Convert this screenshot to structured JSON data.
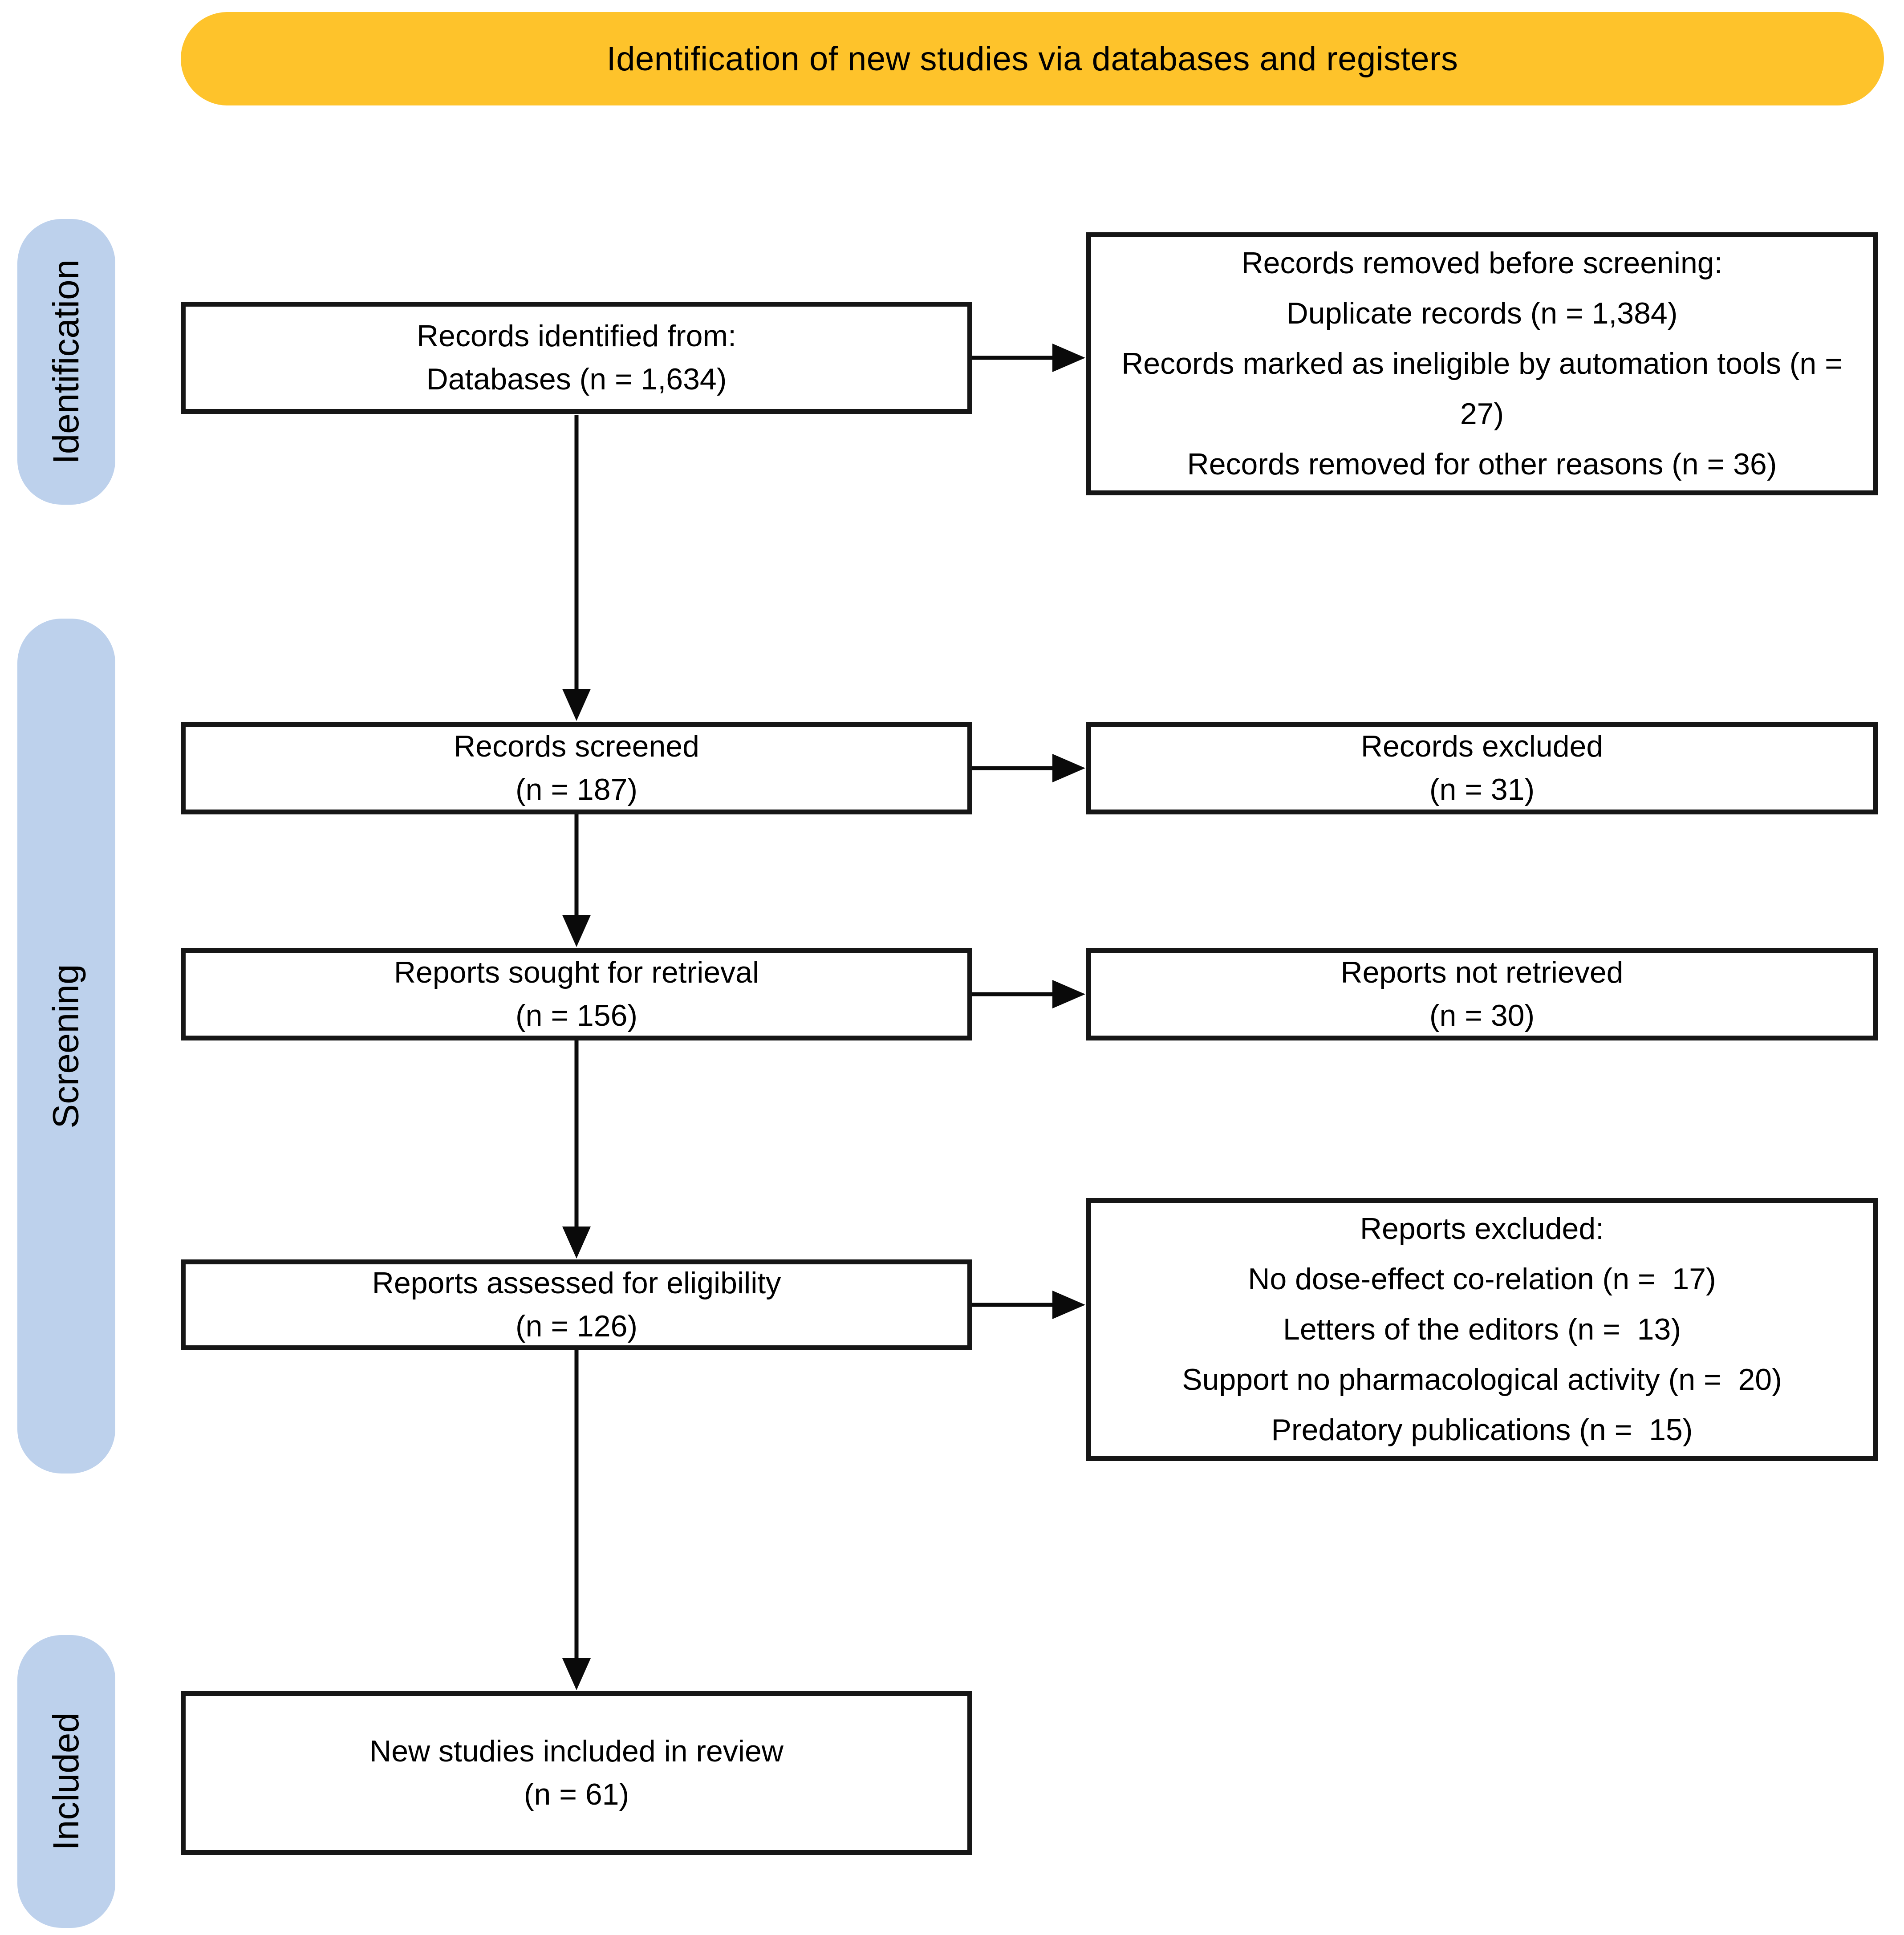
{
  "banner": {
    "label": "Identification of new studies via databases and registers"
  },
  "stage_labels": {
    "identification": "Identification",
    "screening": "Screening",
    "included": "Included"
  },
  "colors": {
    "banner_bg": "#FEC32B",
    "stage_bg": "#BDD1EC",
    "box_border": "#161616",
    "arrow": "#0A0A0A",
    "background": "#FFFFFF",
    "text": "#000000"
  },
  "boxes": {
    "identified": {
      "lines": [
        "Records identified from:",
        "Databases (n = 1,634)"
      ]
    },
    "removed_before_screening": {
      "lines": [
        "Records removed before screening:",
        "Duplicate records (n = 1,384)",
        "Records marked as ineligible by automation tools (n = 27)",
        "Records removed for other reasons (n = 36)"
      ]
    },
    "screened": {
      "lines": [
        "Records screened",
        "(n = 187)"
      ]
    },
    "records_excluded": {
      "lines": [
        "Records excluded",
        "(n = 31)"
      ]
    },
    "sought_for_retrieval": {
      "lines": [
        "Reports sought for retrieval",
        "(n = 156)"
      ]
    },
    "not_retrieved": {
      "lines": [
        "Reports not retrieved",
        "(n = 30)"
      ]
    },
    "assessed_for_eligibility": {
      "lines": [
        "Reports assessed for eligibility",
        "(n = 126)"
      ]
    },
    "reports_excluded": {
      "lines": [
        "Reports excluded:",
        "No dose-effect co-relation (n =  17)",
        "Letters of the editors (n =  13)",
        "Support no pharmacological activity (n =  20)",
        "Predatory publications (n =  15)"
      ]
    },
    "new_studies_included": {
      "lines": [
        "New studies included in review",
        "(n = 61)"
      ]
    }
  }
}
